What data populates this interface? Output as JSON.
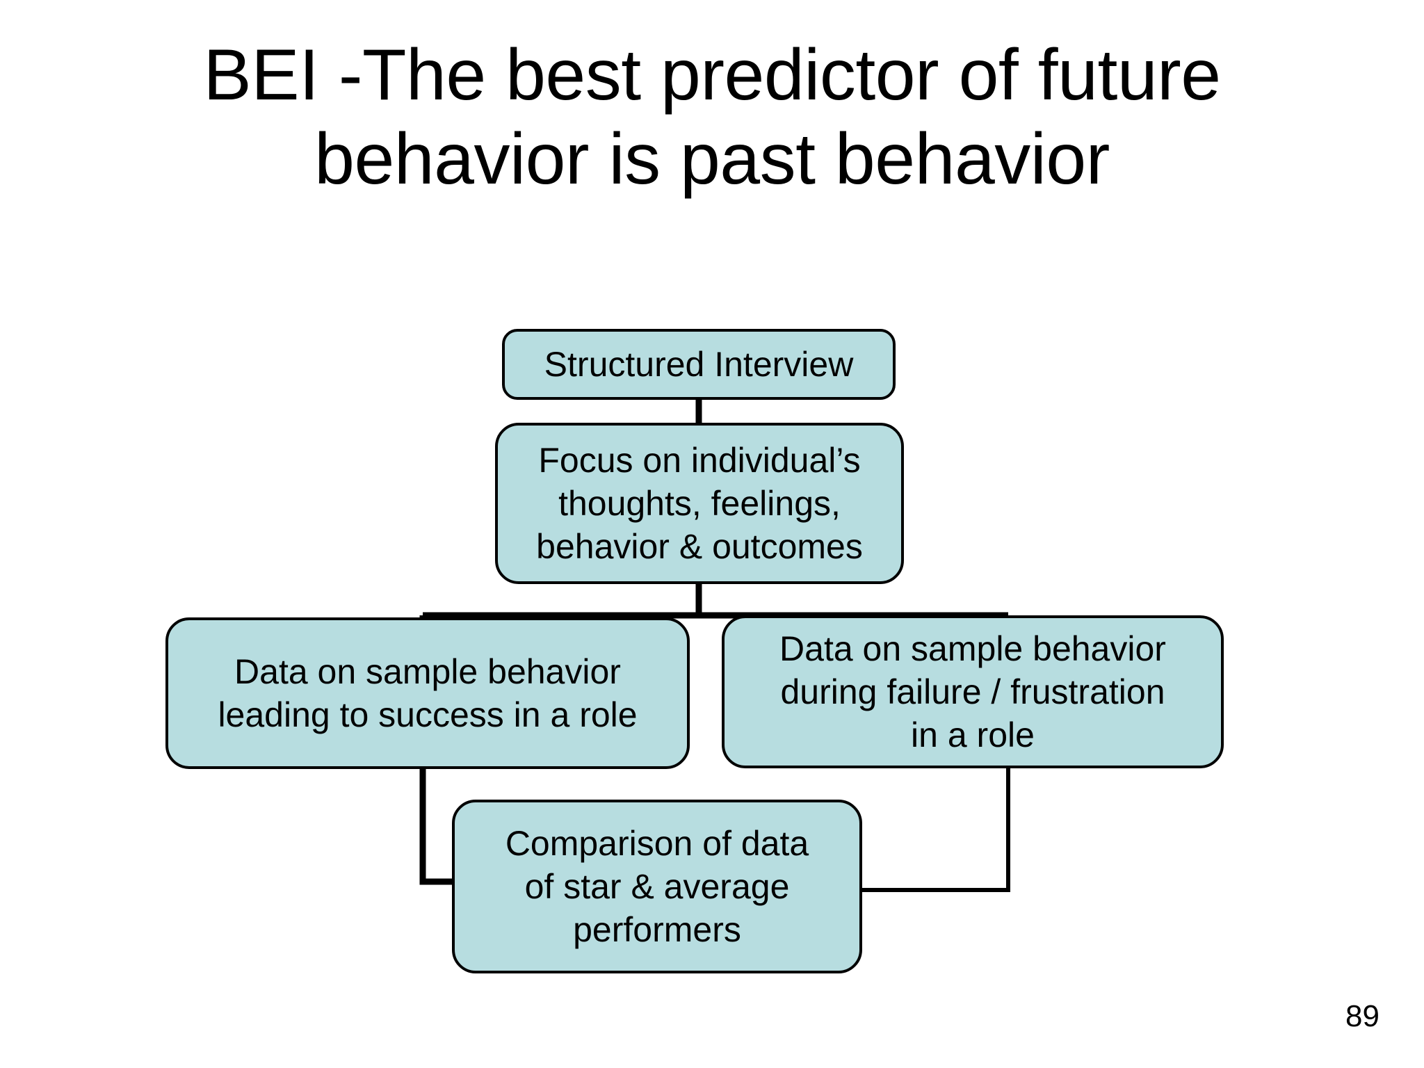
{
  "slide": {
    "title": "BEI -The best predictor of future\nbehavior is past behavior",
    "page_number": "89",
    "background_color": "#ffffff",
    "text_color": "#000000"
  },
  "diagram": {
    "type": "flowchart",
    "node_fill_color": "#b7dde0",
    "node_border_color": "#000000",
    "connector_color": "#000000",
    "nodes": [
      {
        "id": "structured-interview",
        "label": "Structured Interview"
      },
      {
        "id": "focus",
        "label": "Focus on individual’s\nthoughts, feelings,\nbehavior & outcomes"
      },
      {
        "id": "success",
        "label": "Data on sample behavior\nleading to success in a role"
      },
      {
        "id": "failure",
        "label": "Data on sample behavior\nduring failure / frustration\nin a role"
      },
      {
        "id": "comparison",
        "label": "Comparison of data\nof star & average\nperformers"
      }
    ],
    "edges": [
      {
        "from": "structured-interview",
        "to": "focus"
      },
      {
        "from": "focus",
        "to": "success"
      },
      {
        "from": "focus",
        "to": "failure"
      },
      {
        "from": "success",
        "to": "comparison"
      },
      {
        "from": "failure",
        "to": "comparison"
      }
    ]
  }
}
